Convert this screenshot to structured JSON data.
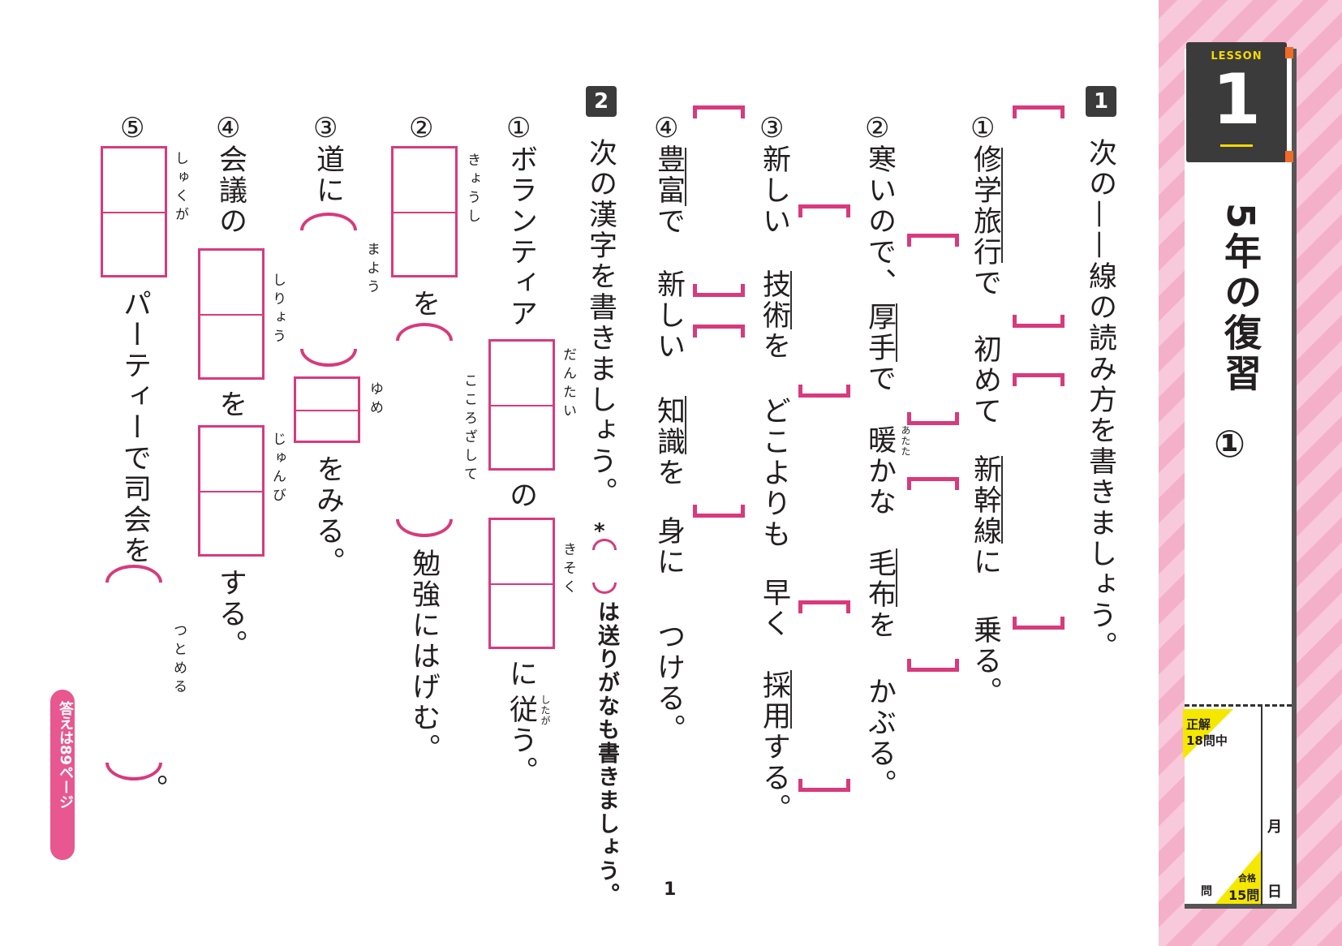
{
  "lesson": {
    "tag": "LESSON",
    "number": "1",
    "title": "5年の復習",
    "sub_number": "①"
  },
  "score": {
    "correct_label": "正解",
    "total_label": "18問中",
    "unit": "問",
    "pass_label": "合格",
    "pass_count": "15問",
    "month_label": "月",
    "day_label": "日"
  },
  "section1": {
    "badge": "1",
    "instruction": "次の——線の読み方を書きましょう。",
    "q1": {
      "num": "①",
      "a": "修学旅行で",
      "b": "初めて",
      "c": "新幹線に",
      "d": "乗る。"
    },
    "q2": {
      "num": "②",
      "a": "寒いので、",
      "b": "厚手で",
      "c": "暖かな",
      "ruby": "あたた",
      "d": "毛布を",
      "e": "かぶる。"
    },
    "q3": {
      "num": "③",
      "a": "新しい",
      "b": "技術を",
      "c": "どこよりも",
      "d": "早く",
      "e": "採用する。"
    },
    "q4": {
      "num": "④",
      "a": "豊富で",
      "b": "新しい",
      "c": "知識を",
      "d": "身に",
      "e": "つける。"
    }
  },
  "section2": {
    "badge": "2",
    "instruction": "次の漢字を書きましょう。",
    "note_star": "*",
    "note": "は送りがなも書きましょう。",
    "q1": {
      "num": "①",
      "a": "ボランティア",
      "r1": "だんたい",
      "b": "の",
      "r2": "きそく",
      "c": "に",
      "d": "従う。",
      "ruby_d": "したが"
    },
    "q2": {
      "num": "②",
      "r1": "きょうし",
      "a": "を",
      "r2": "こころざして",
      "b": "勉強にはげむ。"
    },
    "q3": {
      "num": "③",
      "a": "道に",
      "r1": "まよう",
      "r2": "ゆめ",
      "b": "をみる。"
    },
    "q4": {
      "num": "④",
      "a": "会議の",
      "r1": "しりょう",
      "b": "を",
      "r2": "じゅんび",
      "c": "する。"
    },
    "q5": {
      "num": "⑤",
      "r1": "しゅくが",
      "a": "パーティーで司会を",
      "r2": "つとめる",
      "b": "。"
    }
  },
  "answer_ref": "答えは89ページ",
  "page_number": "1"
}
